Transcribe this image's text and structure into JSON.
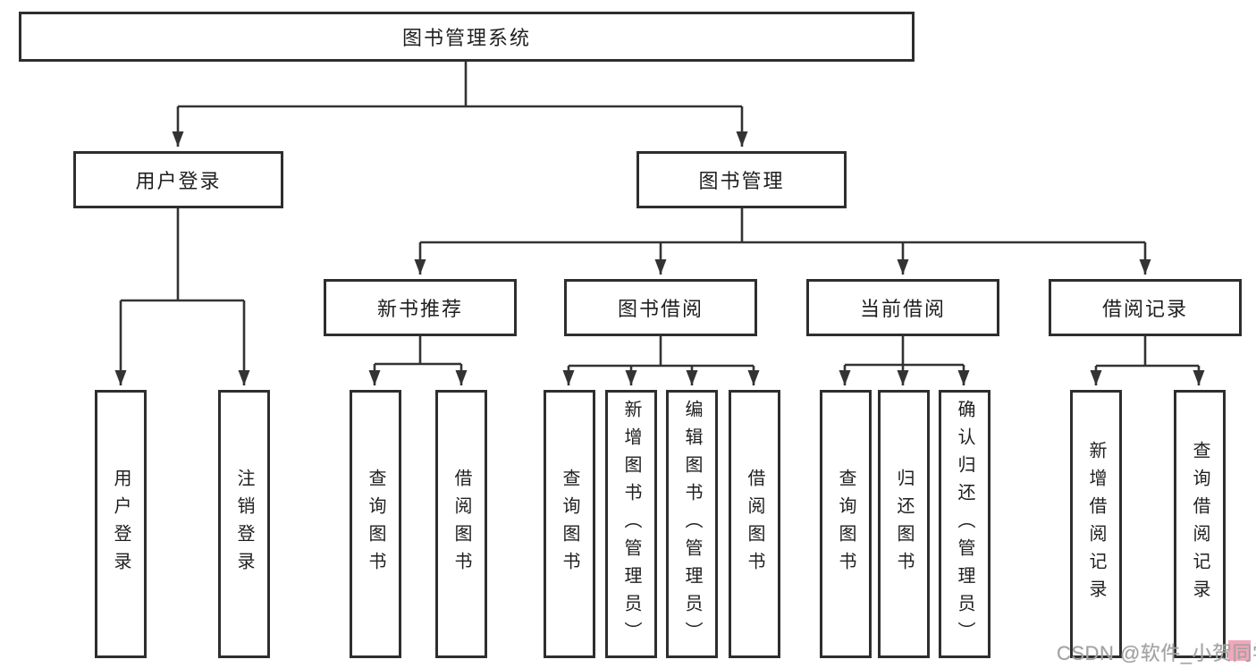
{
  "diagram": {
    "root": {
      "label": "图书管理系统"
    },
    "login": {
      "label": "用户登录",
      "children": [
        {
          "label": "用户登录"
        },
        {
          "label": "注销登录"
        }
      ]
    },
    "mgmt": {
      "label": "图书管理",
      "children": [
        {
          "label": "新书推荐",
          "children": [
            {
              "label": "查询图书"
            },
            {
              "label": "借阅图书"
            }
          ]
        },
        {
          "label": "图书借阅",
          "children": [
            {
              "label": "查询图书"
            },
            {
              "label": "新增图书（管理员）"
            },
            {
              "label": "编辑图书（管理员）"
            },
            {
              "label": "借阅图书"
            }
          ]
        },
        {
          "label": "当前借阅",
          "children": [
            {
              "label": "查询图书"
            },
            {
              "label": "归还图书"
            },
            {
              "label": "确认归还（管理员）"
            }
          ]
        },
        {
          "label": "借阅记录",
          "children": [
            {
              "label": "新增借阅记录"
            },
            {
              "label": "查询借阅记录"
            }
          ]
        }
      ]
    }
  },
  "watermark": {
    "text": "CSDN @软件_小贺同学",
    "text_color": "#a2a2a2",
    "accent_color": "#f2a7bb"
  },
  "colors": {
    "line": "#333333",
    "box_border": "#2e2e2e",
    "text": "#1f1f1f",
    "background": "#ffffff"
  }
}
